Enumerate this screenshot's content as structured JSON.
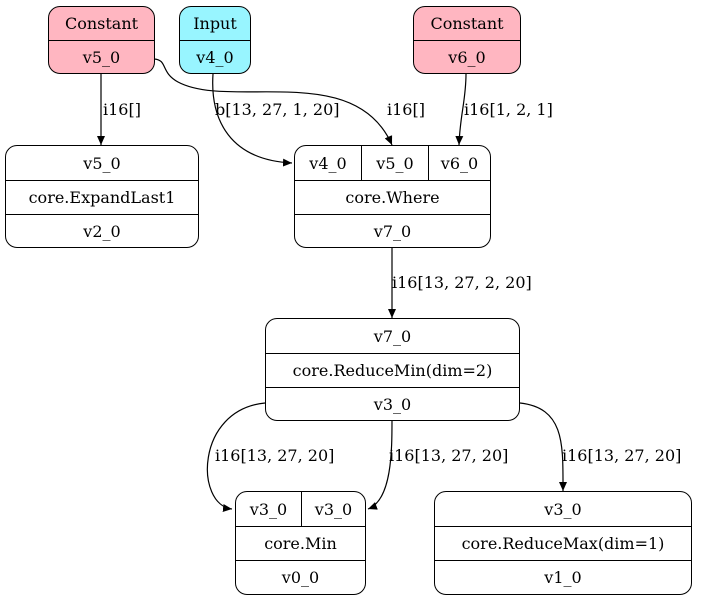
{
  "nodes": {
    "const_v5": {
      "title": "Constant",
      "output": "v5_0"
    },
    "input_v4": {
      "title": "Input",
      "output": "v4_0"
    },
    "const_v6": {
      "title": "Constant",
      "output": "v6_0"
    },
    "expand": {
      "inputs": [
        "v5_0"
      ],
      "op": "core.ExpandLast1",
      "output": "v2_0"
    },
    "where": {
      "inputs": [
        "v4_0",
        "v5_0",
        "v6_0"
      ],
      "op": "core.Where",
      "output": "v7_0"
    },
    "reducemin": {
      "inputs": [
        "v7_0"
      ],
      "op": "core.ReduceMin(dim=2)",
      "output": "v3_0"
    },
    "min": {
      "inputs": [
        "v3_0",
        "v3_0"
      ],
      "op": "core.Min",
      "output": "v0_0"
    },
    "reducemax": {
      "inputs": [
        "v3_0"
      ],
      "op": "core.ReduceMax(dim=1)",
      "output": "v1_0"
    }
  },
  "edges": {
    "v5_to_expand": "i16[]",
    "v4_to_where": "b[13, 27, 1, 20]",
    "v5_to_where": "i16[]",
    "v6_to_where": "i16[1, 2, 1]",
    "where_to_reducemin": "i16[13, 27, 2, 20]",
    "reducemin_to_min_a": "i16[13, 27, 20]",
    "reducemin_to_min_b": "i16[13, 27, 20]",
    "reducemin_to_reducemax": "i16[13, 27, 20]"
  },
  "colors": {
    "constant_fill": "#ffb6c1",
    "input_fill": "#98f5ff",
    "stroke": "#000000"
  }
}
